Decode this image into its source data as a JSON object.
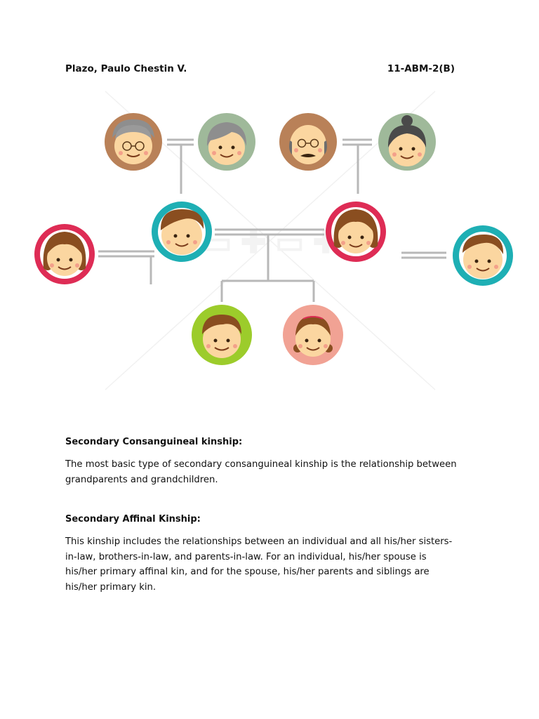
{
  "header": {
    "author": "Plazo, Paulo Chestin V.",
    "section_code": "11-ABM-2(B)"
  },
  "sections": [
    {
      "heading": "Secondary Consanguineal kinship:",
      "body": "The most basic type of secondary consanguineal kinship is the relationship between grandparents and grandchildren."
    },
    {
      "heading": "Secondary Affinal Kinship:",
      "body": "This kinship includes the relationships between an individual and all his/her sisters-in-law, brothers-in-law, and parents-in-law. For an individual, his/her spouse is his/her primary affinal kin, and for the spouse, his/her parents and siblings are his/her primary kin."
    }
  ],
  "colors": {
    "line": "#b8b8b8",
    "skin": "#fbd6a0",
    "grandpa_bg": "#b98158",
    "grandma_bg": "#9fb99a",
    "red_ring": "#de2c55",
    "teal_ring": "#1eafb4",
    "green_bg": "#9ccc2b",
    "pink_bg": "#f1a294",
    "hair_brown": "#8a4e20",
    "hair_grey": "#8e8e8e"
  }
}
